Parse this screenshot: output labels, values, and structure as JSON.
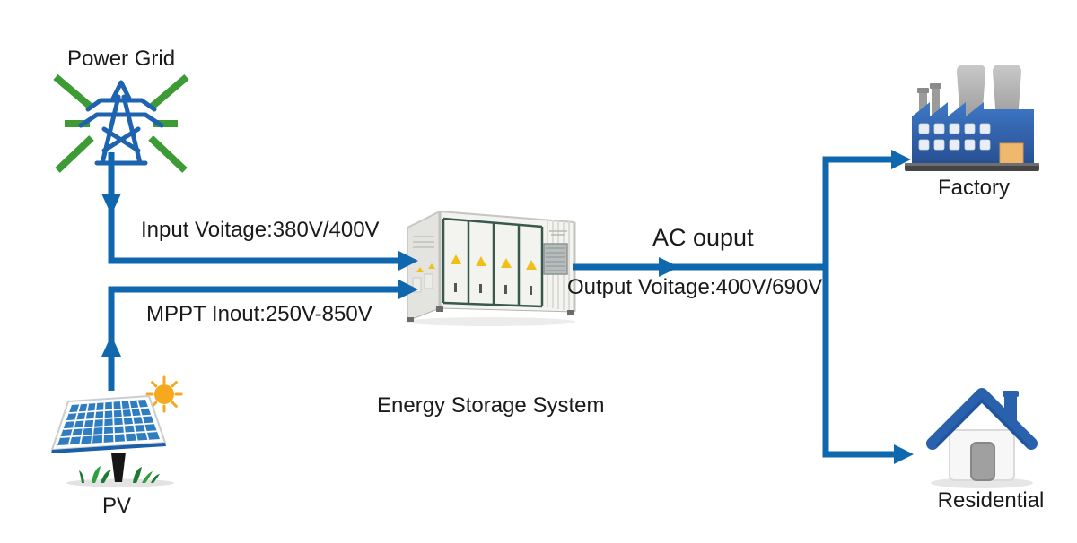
{
  "diagram": {
    "background": "#ffffff",
    "nodes": {
      "power_grid": {
        "label": "Power Grid",
        "icon": "transmission-tower-icon"
      },
      "pv": {
        "label": "PV",
        "icon": "solar-panel-icon"
      },
      "ess": {
        "label": "Energy Storage System",
        "icon": "storage-container-icon"
      },
      "factory": {
        "label": "Factory",
        "icon": "factory-icon"
      },
      "residential": {
        "label": "Residential",
        "icon": "house-icon"
      }
    },
    "flows": {
      "grid_to_ess": {
        "label": "Input Voitage:380V/400V",
        "from": "power_grid",
        "to": "ess"
      },
      "pv_to_ess": {
        "label": "MPPT Inout:250V-850V",
        "from": "pv",
        "to": "ess"
      },
      "ess_ac_out": {
        "label": "AC ouput",
        "detail": "Output Voitage:400V/690V",
        "from": "ess",
        "to": "factory_and_residential"
      }
    },
    "colors": {
      "connector_blue": "#0f67ae",
      "ray_green": "#3d9b35",
      "tower_blue": "#1e63b0",
      "factory_blue": "#2f62ae",
      "house_roof_blue": "#2a61ad",
      "warning_yellow": "#f0c019",
      "sun_orange": "#f6a81f",
      "text_black": "#1a1a1a"
    }
  }
}
